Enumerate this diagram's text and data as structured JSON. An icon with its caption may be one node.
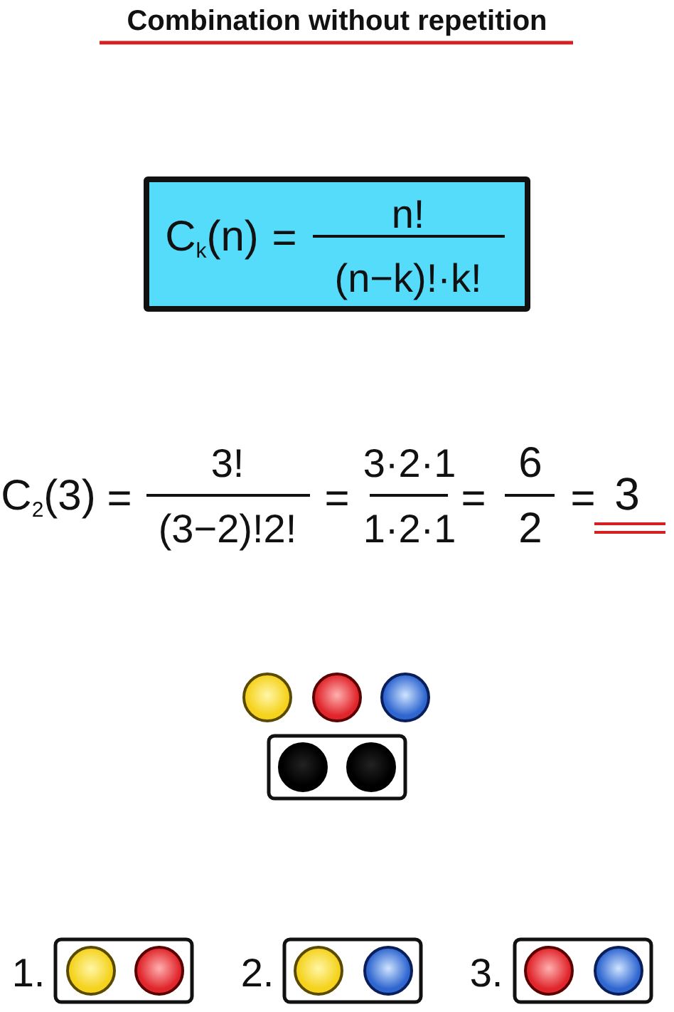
{
  "diagram": {
    "title": "Combination without repetition",
    "nodes": [
      {
        "text": [
          "C$_{k}$(n)",
          "=",
          "n!",
          "(n−k)!·k!"
        ]
      }
    ],
    "labels": [
      "C$_{2}$(3)",
      "=",
      "3!",
      "(3−2)!2!",
      "=",
      "3·2·1",
      "1·2·1",
      "=",
      "6",
      "2",
      "=",
      "3",
      "1.",
      "2.",
      "3."
    ]
  }
}
